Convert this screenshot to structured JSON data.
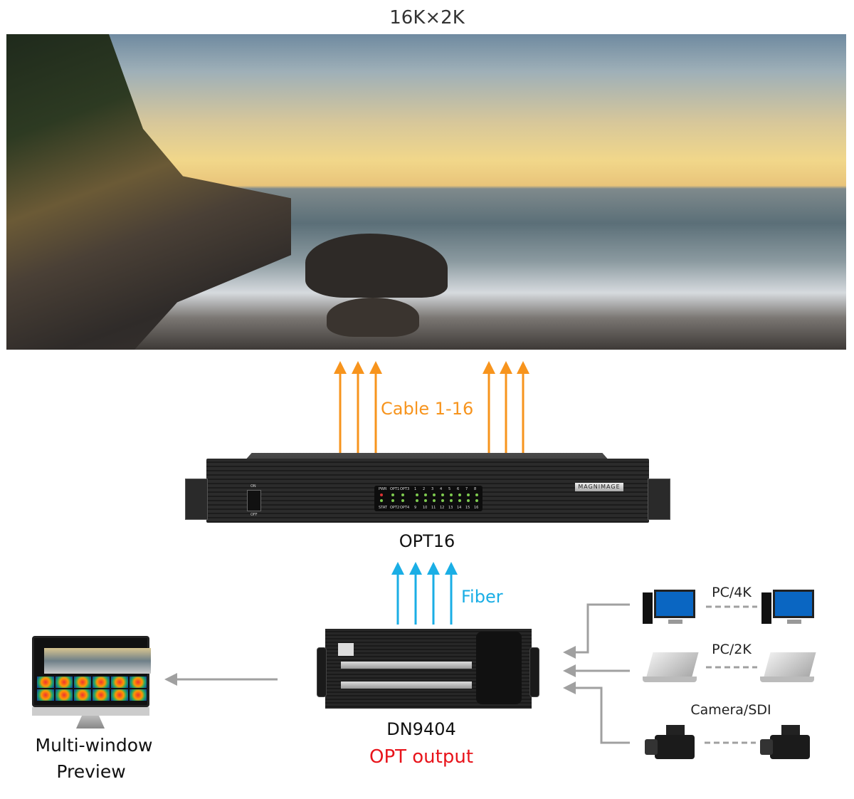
{
  "title": "16K×2K",
  "cable_label": "Cable 1-16",
  "fiber_label": "Fiber",
  "opt16": {
    "name": "OPT16",
    "brand": "MAGNIMAGE",
    "switch_on": "ON",
    "switch_off": "OFF",
    "panel_top": [
      "PWR",
      "OPT1",
      "OPT3",
      "1",
      "2",
      "3",
      "4",
      "5",
      "6",
      "7",
      "8"
    ],
    "panel_bottom": [
      "STAT",
      "OPT2",
      "OPT4",
      "9",
      "10",
      "11",
      "12",
      "13",
      "14",
      "15",
      "16"
    ]
  },
  "dn9404": {
    "name": "DN9404",
    "subtitle": "OPT output"
  },
  "preview": {
    "line1": "Multi-window",
    "line2": "Preview"
  },
  "sources": {
    "pc4k": "PC/4K",
    "pc2k": "PC/2K",
    "camera": "Camera/SDI"
  },
  "colors": {
    "cable": "#f7941d",
    "fiber": "#1aaee5",
    "output": "#e8141b",
    "connector": "#a0a0a0"
  }
}
